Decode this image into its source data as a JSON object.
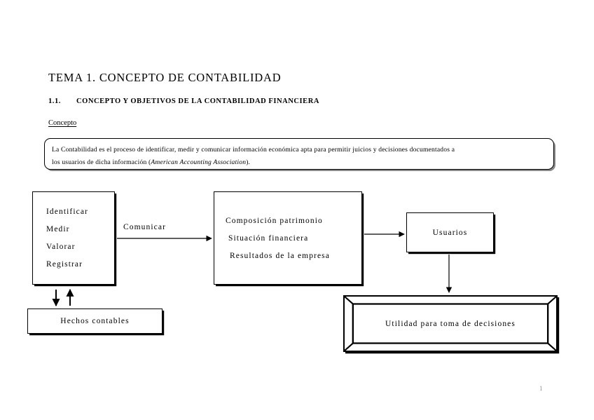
{
  "document": {
    "title": "TEMA 1. CONCEPTO DE CONTABILIDAD",
    "section_number": "1.1.",
    "section_title": "CONCEPTO Y OBJETIVOS DE LA CONTABILIDAD FINANCIERA",
    "subheading": "Concepto",
    "page_number": "1"
  },
  "definition": {
    "line1": "La Contabilidad es el proceso de identificar, medir y comunicar información económica apta para permitir juicios y decisiones documentados a",
    "line2_before": "los usuarios de dicha información (",
    "line2_source": "American Accounting Association",
    "line2_after": ")."
  },
  "diagram": {
    "acciones": {
      "items": [
        "Identificar",
        "Medir",
        "Valorar",
        "Registrar"
      ]
    },
    "informacion": {
      "items": [
        "Composición patrimonio",
        "Situación financiera",
        "Resultados de la empresa"
      ]
    },
    "usuarios": {
      "label": "Usuarios"
    },
    "hechos": {
      "label": "Hechos contables"
    },
    "utilidad": {
      "label": "Utilidad para toma de decisiones"
    },
    "edges": {
      "comunicar": "Comunicar"
    }
  },
  "colors": {
    "ink": "#000000",
    "shadow": "#8a8a8a",
    "page_number": "#8f8f8f",
    "background": "#ffffff"
  }
}
